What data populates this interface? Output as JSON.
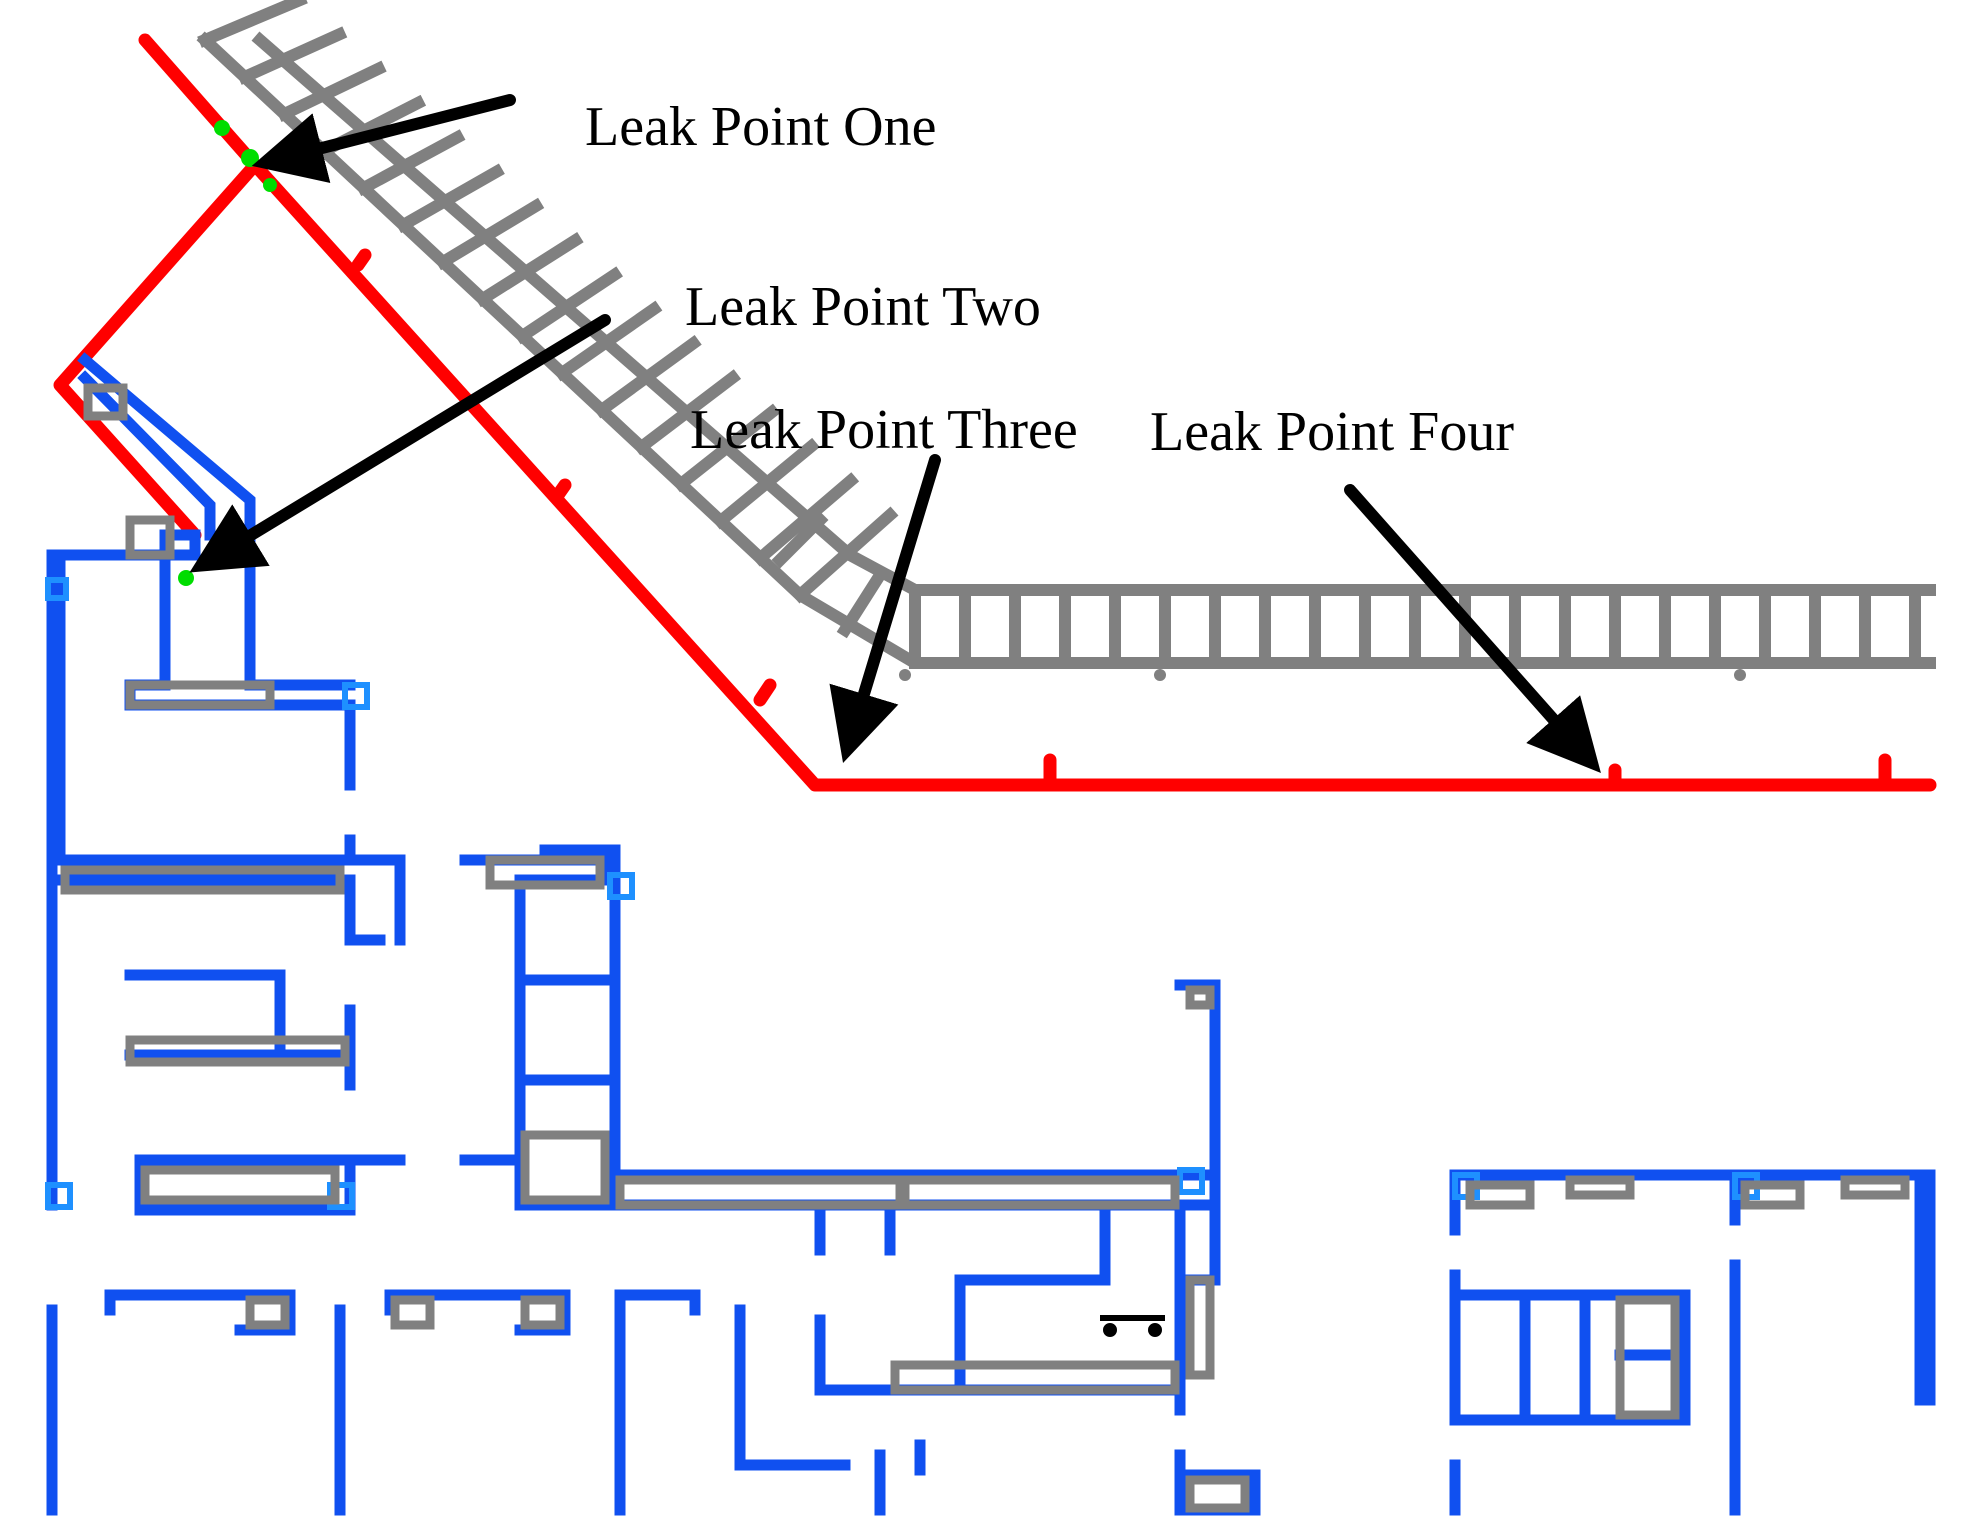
{
  "labels": {
    "leak_one": "Leak Point One",
    "leak_two": "Leak Point Two",
    "leak_three": "Leak Point Three",
    "leak_four": "Leak Point Four"
  },
  "colors": {
    "pipeline": "#ff0000",
    "corridor": "#808080",
    "walls": "#0047ff",
    "wall_caps": "#1e90ff",
    "leak_marker": "#00dd00",
    "arrows": "#000000",
    "background": "#ffffff"
  }
}
